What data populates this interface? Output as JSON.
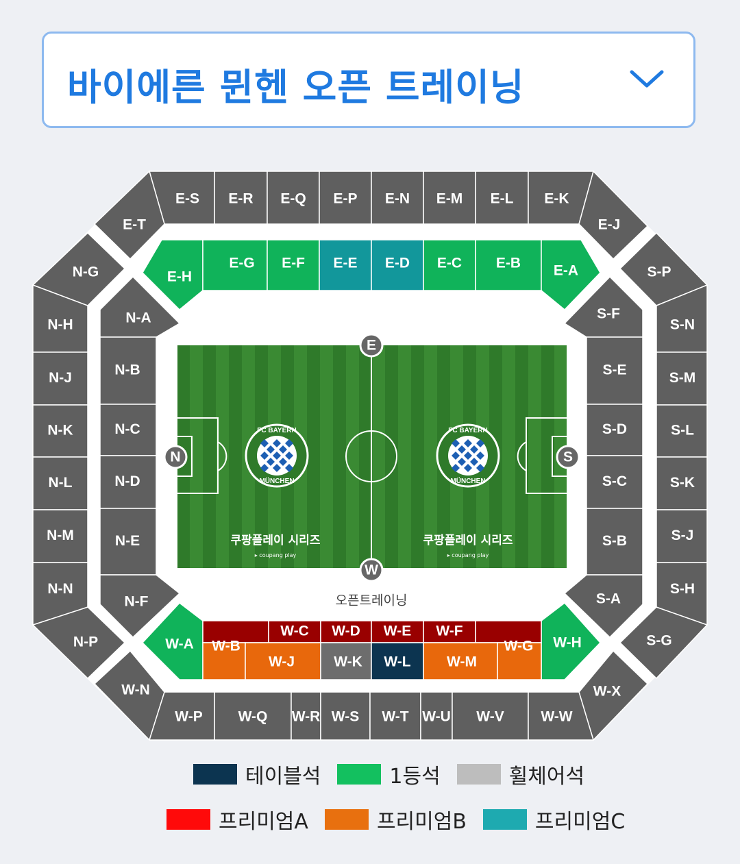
{
  "dropdown": {
    "title": "바이에른 뮌헨 오픈 트레이닝",
    "chevron_icon": "chevron-down-icon"
  },
  "field": {
    "caption": "오픈트레이닝",
    "markers": {
      "north": "N",
      "south": "S",
      "east": "E",
      "west": "W"
    },
    "sponsor_text": "쿠팡플레이 시리즈",
    "sponsor_sub": "▸ coupang play",
    "logo_top": "FC BAYERN",
    "logo_bottom": "MÜNCHEN"
  },
  "colors": {
    "general": "#5f5f5f",
    "first_class": "#10b35a",
    "premium_c": "#12979b",
    "premium_a": "#990000",
    "premium_b": "#e8680c",
    "table": "#0c3450",
    "wheelchair": "#6d6d6d",
    "field": "#2f7a2a"
  },
  "sections": {
    "east_outer": [
      "E-S",
      "E-R",
      "E-Q",
      "E-P",
      "E-N",
      "E-M",
      "E-L",
      "E-K"
    ],
    "east_corners": [
      "E-T",
      "E-J"
    ],
    "east_inner": [
      "E-H",
      "E-G",
      "E-F",
      "E-E",
      "E-D",
      "E-C",
      "E-B",
      "E-A"
    ],
    "north_outer": [
      "N-H",
      "N-J",
      "N-K",
      "N-L",
      "N-M",
      "N-N"
    ],
    "north_corners": [
      "N-G",
      "N-P"
    ],
    "north_inner": [
      "N-A",
      "N-B",
      "N-C",
      "N-D",
      "N-E",
      "N-F"
    ],
    "south_outer": [
      "S-N",
      "S-M",
      "S-L",
      "S-K",
      "S-J",
      "S-H"
    ],
    "south_corners": [
      "S-P",
      "S-G"
    ],
    "south_inner": [
      "S-F",
      "S-E",
      "S-D",
      "S-C",
      "S-B",
      "S-A"
    ],
    "west_inner_top": [
      "W-C",
      "W-D",
      "W-E",
      "W-F"
    ],
    "west_inner_bottom": [
      "W-B",
      "W-J",
      "W-K",
      "W-L",
      "W-M",
      "W-G"
    ],
    "west_inner_corners": [
      "W-A",
      "W-H"
    ],
    "west_outer": [
      "W-P",
      "W-Q",
      "W-R",
      "W-S",
      "W-T",
      "W-U",
      "W-V",
      "W-W"
    ],
    "west_corners": [
      "W-N",
      "W-X"
    ]
  },
  "legend": [
    {
      "label": "테이블석",
      "color": "#0c3450"
    },
    {
      "label": "1등석",
      "color": "#13c05f"
    },
    {
      "label": "휠체어석",
      "color": "#bdbdbd"
    },
    {
      "label": "프리미엄A",
      "color": "#ff0a0a"
    },
    {
      "label": "프리미엄B",
      "color": "#e8700f"
    },
    {
      "label": "프리미엄C",
      "color": "#1eaab0"
    }
  ]
}
